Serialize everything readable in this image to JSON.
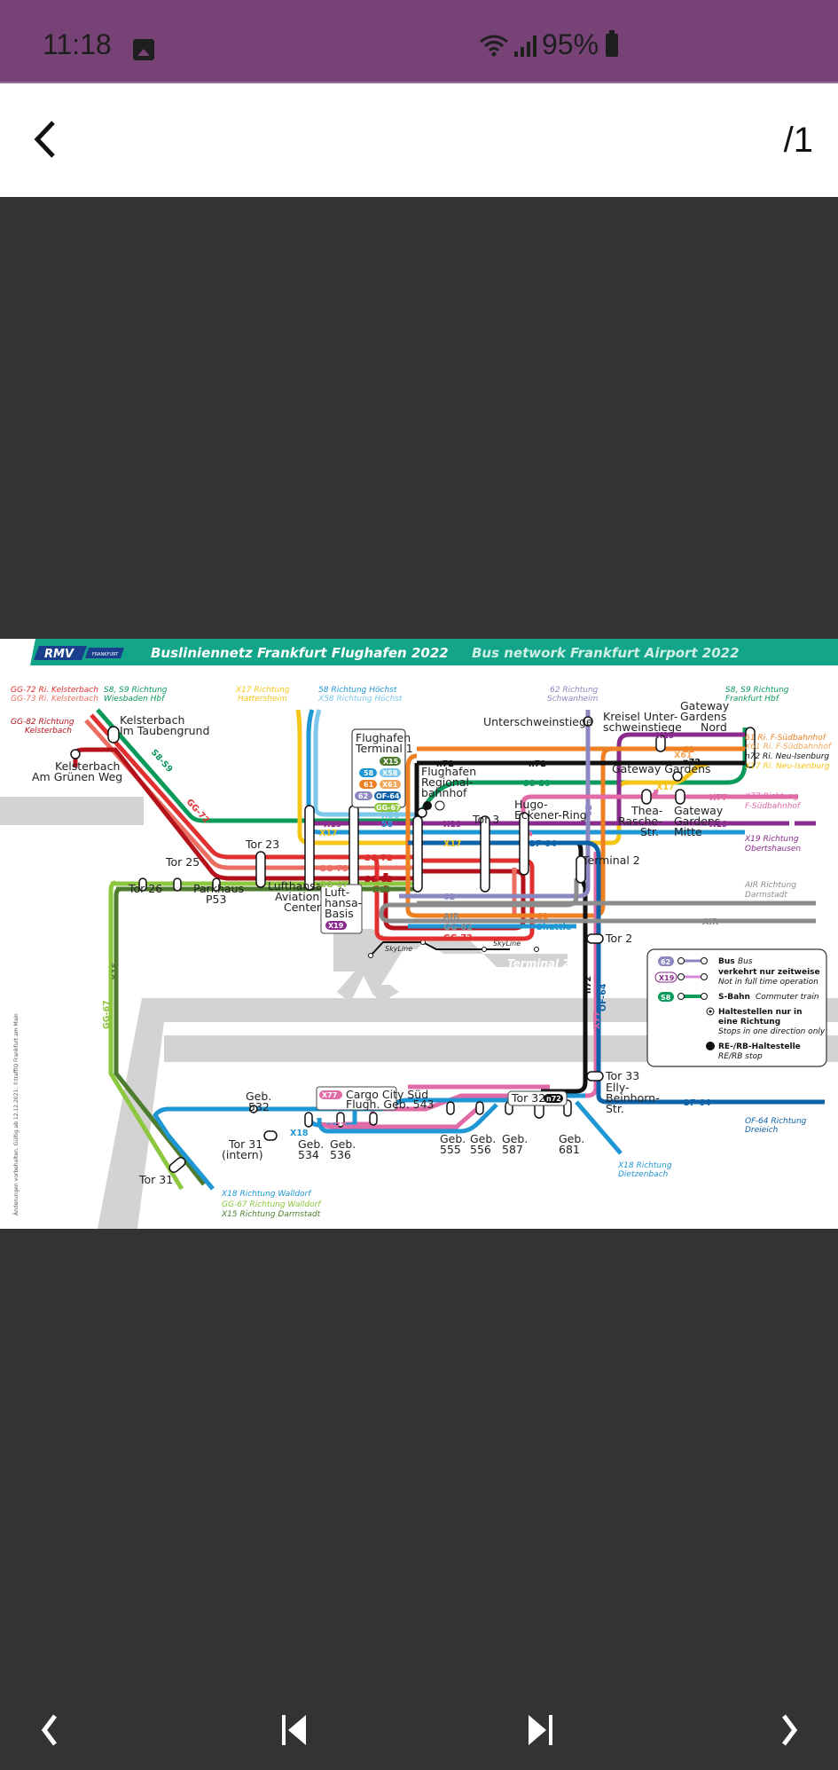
{
  "status_bar": {
    "time": "11:18",
    "battery": "95%",
    "icons": [
      "image-icon",
      "wifi-icon",
      "signal-icon",
      "battery-icon"
    ]
  },
  "app_bar": {
    "back_icon": "chevron-left-icon",
    "page_indicator": "/1"
  },
  "bottom_nav": {
    "buttons": [
      {
        "name": "previous",
        "icon": "chevron-left-icon"
      },
      {
        "name": "first-page",
        "icon": "skip-to-start-icon"
      },
      {
        "name": "last-page",
        "icon": "skip-to-end-icon"
      },
      {
        "name": "next",
        "icon": "chevron-right-icon"
      }
    ]
  },
  "map": {
    "brand": "RMV",
    "brand_sub": "FRANKFURT",
    "title_de": "Busliniennetz Frankfurt Flughafen 2022",
    "title_en": "Bus network Frankfurt Airport 2022",
    "colors": {
      "header_teal": "#12a589",
      "s_bahn_green": "#0a9a5a",
      "red_gg72": "#e0302f",
      "salmon_gg73": "#ec6e63",
      "darkred_gg82": "#b5121b",
      "yellow_x17": "#f5c518",
      "blue_58": "#1f97d4",
      "lightblue_x58": "#7cc7ea",
      "purple_x19": "#8a2c8e",
      "orange_61": "#ee7f22",
      "black_n72": "#111111",
      "darkblue_of64": "#0e62a8",
      "lavender_62": "#8b87c0",
      "pink_x77": "#e16ba7",
      "lightgreen_gg67": "#8dc63f",
      "darkgreen_x15": "#4e7c2e",
      "grey_air": "#8c8c8c",
      "terminal_grey": "#d3d3d3"
    },
    "directions": {
      "gg72": "GG-72 Ri. Kelsterbach",
      "gg73": "GG-73 Ri. Kelsterbach",
      "s8s9_wi_1": "S8, S9 Richtung",
      "s8s9_wi_2": "Wiesbaden Hbf",
      "gg82_1": "GG-82 Richtung",
      "gg82_2": "Kelsterbach",
      "x17_1": "X17 Richtung",
      "x17_2": "Hattersheim",
      "l58": "58 Richtung Höchst",
      "x58": "X58 Richtung Höchst",
      "l62_1": "62 Richtung",
      "l62_2": "Schwanheim",
      "s8s9_f_1": "S8, S9 Richtung",
      "s8s9_f_2": "Frankfurt Hbf",
      "l61": "61 Ri. F-Südbahnhof",
      "x61": "X61 Ri. F-Südbahnhof",
      "n72": "n72 Ri. Neu-Isenburg",
      "x17ni": "X17 Ri. Neu-Isenburg",
      "x77_1": "X77 Richtung",
      "x77_2": "F-Südbahnhof",
      "x19_1": "X19 Richtung",
      "x19_2": "Obertshausen",
      "air_1": "AIR Richtung",
      "air_2": "Darmstadt",
      "of64_1": "OF-64 Richtung",
      "of64_2": "Dreieich",
      "x18d_1": "X18 Richtung",
      "x18d_2": "Dietzenbach",
      "x18w": "X18 Richtung Walldorf",
      "gg67w": "GG-67 Richtung Walldorf",
      "x15d": "X15 Richtung Darmstadt"
    },
    "stations": {
      "kelsterbach_taubengrund_1": "Kelsterbach",
      "kelsterbach_taubengrund_2": "Im Taubengrund",
      "kelsterbach_gruenen_1": "Kelsterbach",
      "kelsterbach_gruenen_2": "Am Grünen Weg",
      "terminal1_box_1": "Flughafen",
      "terminal1_box_2": "Terminal 1",
      "regionalbahnhof_1": "Flughafen",
      "regionalbahnhof_2": "Regional-",
      "regionalbahnhof_3": "bahnhof",
      "unterschweinstiege": "Unterschweinstiege",
      "kreisel_1": "Kreisel Unter-",
      "kreisel_2": "schweinstiege",
      "gg_nord_1": "Gateway",
      "gg_nord_2": "Gardens",
      "gg_nord_3": "Nord",
      "gateway_gardens": "Gateway Gardens",
      "thea_1": "Thea-",
      "thea_2": "Rasche-",
      "thea_3": "Str.",
      "gg_mitte_1": "Gateway",
      "gg_mitte_2": "Gardens",
      "gg_mitte_3": "Mitte",
      "hugo_1": "Hugo-",
      "hugo_2": "Eckener-Ring",
      "tor3": "Tor 3",
      "terminal2": "Terminal 2",
      "tor23": "Tor 23",
      "tor25": "Tor 25",
      "tor26": "Tor 26",
      "parkhaus_1": "Parkhaus",
      "parkhaus_2": "P53",
      "lac_1": "Lufthansa",
      "lac_2": "Aviation",
      "lac_3": "Center",
      "lhb_1": "Luft-",
      "lhb_2": "hansa-",
      "lhb_3": "Basis",
      "tor2": "Tor 2",
      "tor33": "Tor 33",
      "elly_1": "Elly-",
      "elly_2": "Beinhorn-",
      "elly_3": "Str.",
      "geb532_1": "Geb.",
      "geb532_2": "532",
      "tor31i_1": "Tor 31",
      "tor31i_2": "(intern)",
      "geb534_1": "Geb.",
      "geb534_2": "534",
      "geb536_1": "Geb.",
      "geb536_2": "536",
      "cargo_1": "Cargo City Süd",
      "cargo_2": "Flugh. Geb. 543",
      "tor32": "Tor 32",
      "geb555_1": "Geb.",
      "geb555_2": "555",
      "geb556_1": "Geb.",
      "geb556_2": "556",
      "geb587_1": "Geb.",
      "geb587_2": "587",
      "geb681_1": "Geb.",
      "geb681_2": "681",
      "tor31": "Tor 31",
      "terminal1_area": "Terminal 1",
      "terminal2_area": "Terminal 2",
      "skyline_1": "SkyLine",
      "skyline_2": "SkyLine"
    },
    "line_badges": [
      "X15",
      "58",
      "X58",
      "61",
      "X61",
      "62",
      "OF-64",
      "GG-67",
      "X19",
      "X77",
      "n72"
    ],
    "line_labels": {
      "s8s9": "S8-S9",
      "gg72": "GG-72",
      "gg73": "GG-73",
      "gg82": "GG-82",
      "gg67": "GG-67",
      "x15": "X15",
      "x17": "X17",
      "x19": "X19",
      "x58": "X58",
      "l58": "58",
      "l62": "62",
      "l61": "61",
      "x61": "X61",
      "n72": "n72",
      "of64": "OF-64",
      "air": "AIR",
      "shuttle": "Shuttle",
      "x18": "X18",
      "x77": "X77"
    },
    "legend": {
      "bus_badge": "62",
      "bus_de": "Bus",
      "bus_en": "Bus",
      "part_badge": "X19",
      "part_de": "verkehrt nur zeitweise",
      "part_en": "Not in full time operation",
      "sbahn_badge": "S8",
      "sbahn_de": "S-Bahn",
      "sbahn_en": "Commuter train",
      "oneway_de_1": "Haltestellen nur in",
      "oneway_de_2": "eine Richtung",
      "oneway_en": "Stops in one direction only",
      "rerb_de": "RE-/RB-Haltestelle",
      "rerb_en": "RE/RB stop"
    },
    "footnote": "Änderungen vorbehalten. Gültig ab 12.12.2021. ©traffiQ Frankfurt am Main"
  }
}
